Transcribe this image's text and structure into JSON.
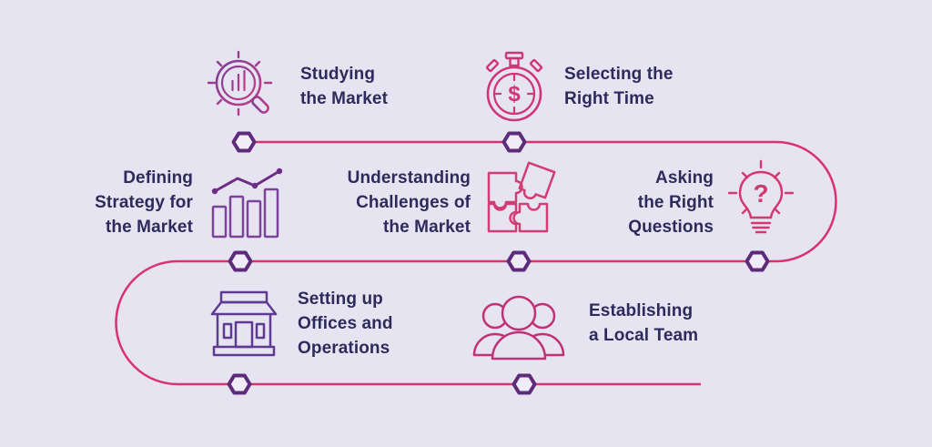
{
  "figure": {
    "bg_color": "#e7e4f1",
    "path_color": "#d8336f",
    "node_color": "#5d2b79",
    "text_color": "#2e2a5c",
    "purple_icon_color": "#7c4399",
    "pink_icon_color": "#d23d74"
  },
  "steps": [
    {
      "label": "Studying\nthe Market",
      "icon": "market-research-magnifier-icon"
    },
    {
      "label": "Selecting the\nRight Time",
      "icon": "stopwatch-dollar-icon"
    },
    {
      "label": "Defining\nStrategy for\nthe Market",
      "icon": "bar-chart-trend-icon"
    },
    {
      "label": "Understanding\nChallenges of\nthe Market",
      "icon": "puzzle-pieces-icon"
    },
    {
      "label": "Asking\nthe Right\nQuestions",
      "icon": "lightbulb-question-icon"
    },
    {
      "label": "Setting up\nOffices and\nOperations",
      "icon": "storefront-icon"
    },
    {
      "label": "Establishing\na Local Team",
      "icon": "team-icon"
    }
  ],
  "glyphs": {
    "dollar": "$",
    "question": "?"
  }
}
